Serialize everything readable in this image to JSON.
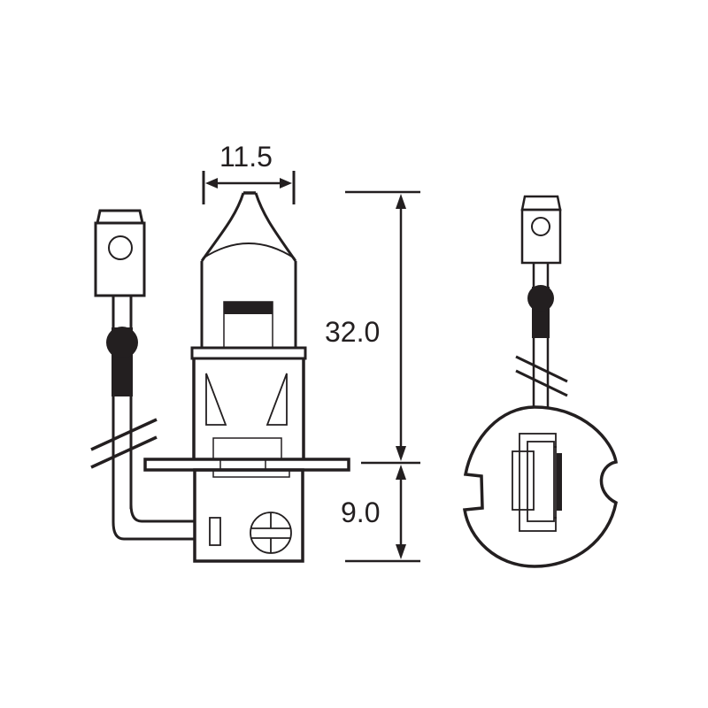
{
  "diagram": {
    "subject": "H3 halogen bulb technical drawing",
    "stroke_color": "#231f20",
    "background": "#ffffff",
    "views": [
      "side-view",
      "bottom-view"
    ],
    "dimensions": {
      "width": {
        "label": "11.5",
        "orientation": "horizontal"
      },
      "height_top": {
        "label": "32.0",
        "orientation": "vertical"
      },
      "height_bottom": {
        "label": "9.0",
        "orientation": "vertical"
      }
    }
  }
}
